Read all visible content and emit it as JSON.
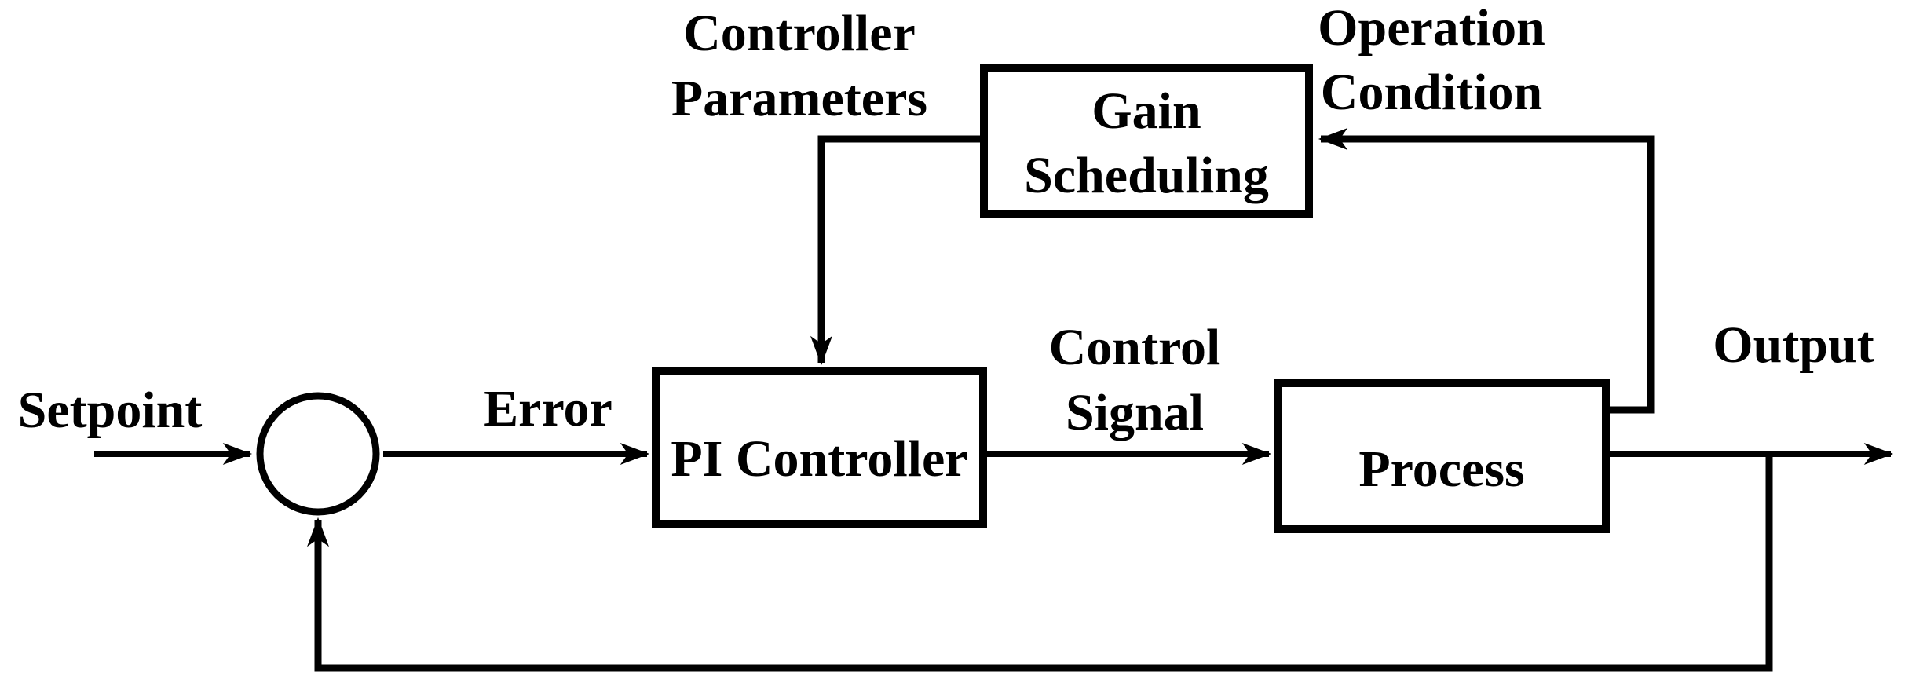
{
  "diagram": {
    "type": "control-system-block-diagram",
    "colors": {
      "line": "#000000",
      "background": "#ffffff"
    },
    "nodes": {
      "summing_junction": {
        "shape": "circle",
        "label": ""
      },
      "gain_scheduling": {
        "line1": "Gain",
        "line2": "Scheduling"
      },
      "pi_controller": {
        "label": "PI Controller"
      },
      "process": {
        "label": "Process"
      }
    },
    "labels": {
      "setpoint": "Setpoint",
      "error": "Error",
      "control_signal_line1": "Control",
      "control_signal_line2": "Signal",
      "output": "Output",
      "controller_parameters_line1": "Controller",
      "controller_parameters_line2": "Parameters",
      "operation_condition_line1": "Operation",
      "operation_condition_line2": "Condition"
    },
    "connections": [
      {
        "from": "setpoint-input",
        "to": "summing_junction",
        "label": "Setpoint",
        "arrow": true
      },
      {
        "from": "summing_junction",
        "to": "pi_controller",
        "label": "Error",
        "arrow": true
      },
      {
        "from": "gain_scheduling",
        "to": "pi_controller",
        "label": "Controller Parameters",
        "arrow": true
      },
      {
        "from": "pi_controller",
        "to": "process",
        "label": "Control Signal",
        "arrow": true
      },
      {
        "from": "process",
        "to": "gain_scheduling",
        "label": "Operation Condition",
        "arrow": true
      },
      {
        "from": "process",
        "to": "output",
        "label": "Output",
        "arrow": true
      },
      {
        "from": "output",
        "to": "summing_junction",
        "label": "",
        "arrow": true
      }
    ]
  }
}
